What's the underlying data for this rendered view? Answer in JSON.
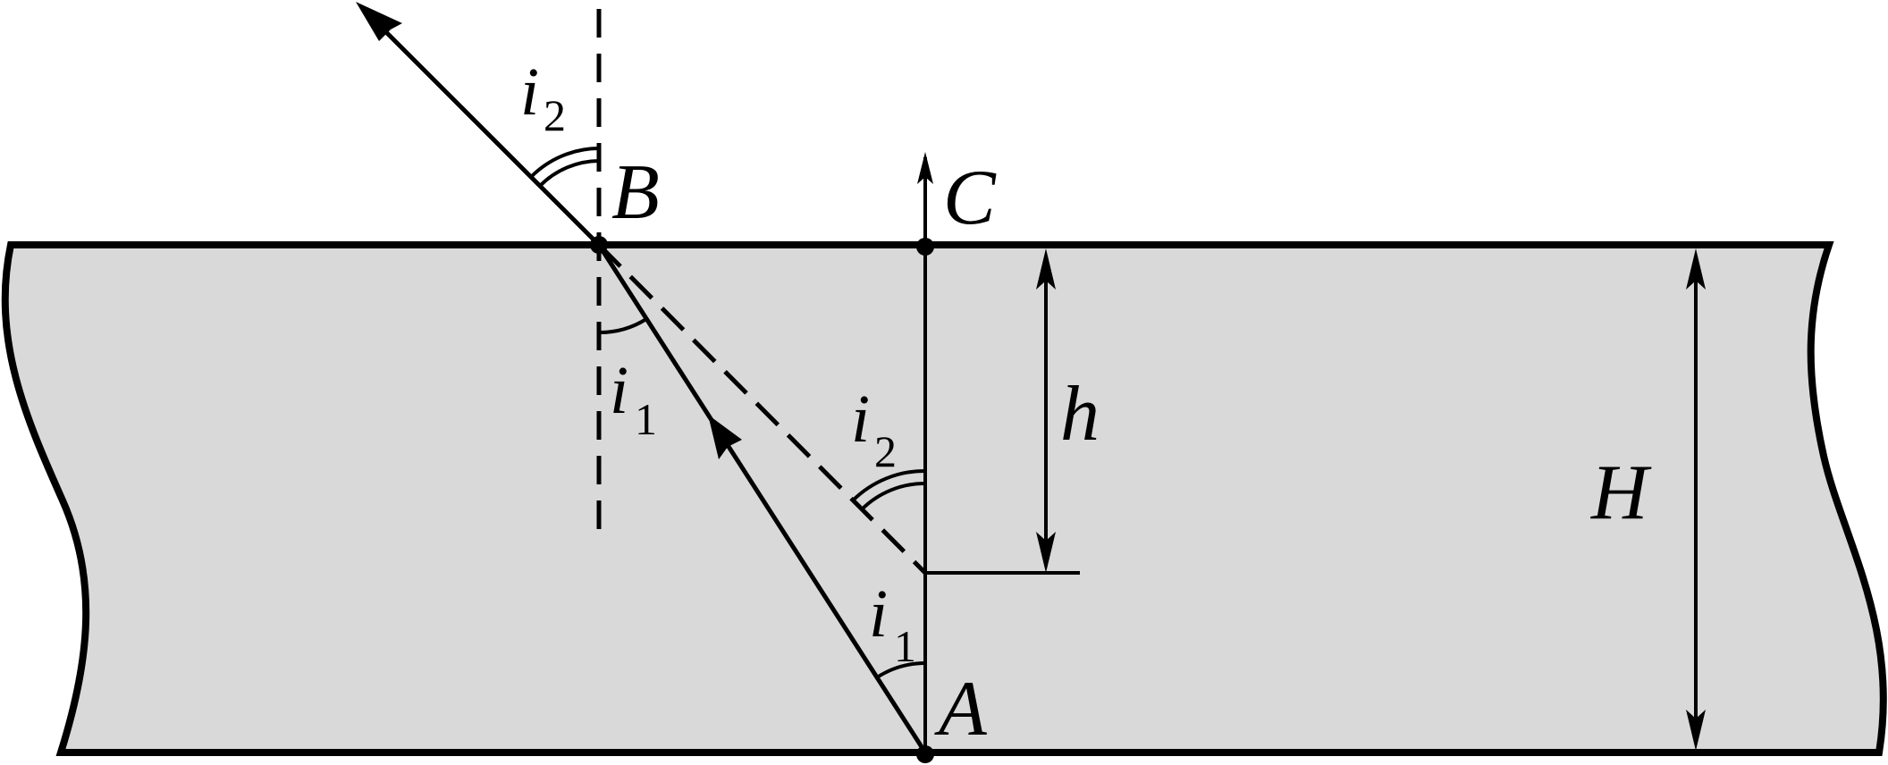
{
  "diagram": {
    "labels": {
      "point_b": "B",
      "point_c": "C",
      "point_a": "A",
      "depth_h": "h",
      "thickness_h": "H",
      "angle_i2_top": "i",
      "angle_i2_top_sub": "2",
      "angle_i1_top": "i",
      "angle_i1_top_sub": "1",
      "angle_i2_mid": "i",
      "angle_i2_mid_sub": "2",
      "angle_i1_bottom": "i",
      "angle_i1_bottom_sub": "1"
    },
    "colors": {
      "medium_fill": "#d9d9d9",
      "stroke": "#000000"
    }
  }
}
